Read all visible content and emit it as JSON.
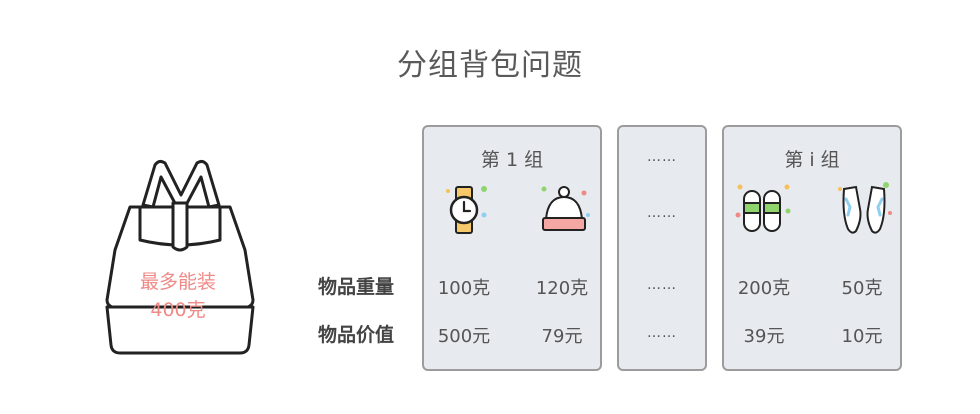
{
  "title": "分组背包问题",
  "backpack": {
    "line1": "最多能装",
    "line2": "400克"
  },
  "row_labels": {
    "weight": "物品重量",
    "value": "物品价值"
  },
  "groups": [
    {
      "title": "第 1 组",
      "items": [
        {
          "icon": "watch-icon",
          "weight": "100克",
          "value": "500元"
        },
        {
          "icon": "beanie-hat-icon",
          "weight": "120克",
          "value": "79元"
        }
      ]
    },
    {
      "ellipsis": "……"
    },
    {
      "title": "第 i 组",
      "items": [
        {
          "icon": "slippers-icon",
          "weight": "200克",
          "value": "39元"
        },
        {
          "icon": "socks-icon",
          "weight": "50克",
          "value": "10元"
        }
      ]
    }
  ],
  "colors": {
    "accent": "#ef8a87",
    "panel_bg": "#e7eaee",
    "panel_border": "#9c9c9c"
  }
}
